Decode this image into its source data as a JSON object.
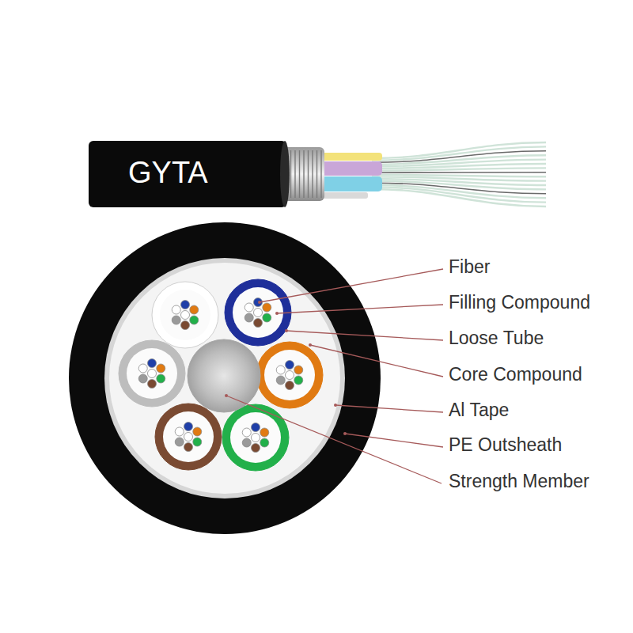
{
  "diagram": {
    "labels": [
      "GYTA",
      "Fiber",
      "Filling Compound",
      "Loose Tube",
      "Core Compound",
      "Al Tape",
      "PE Outsheath",
      "Strength Member"
    ]
  }
}
